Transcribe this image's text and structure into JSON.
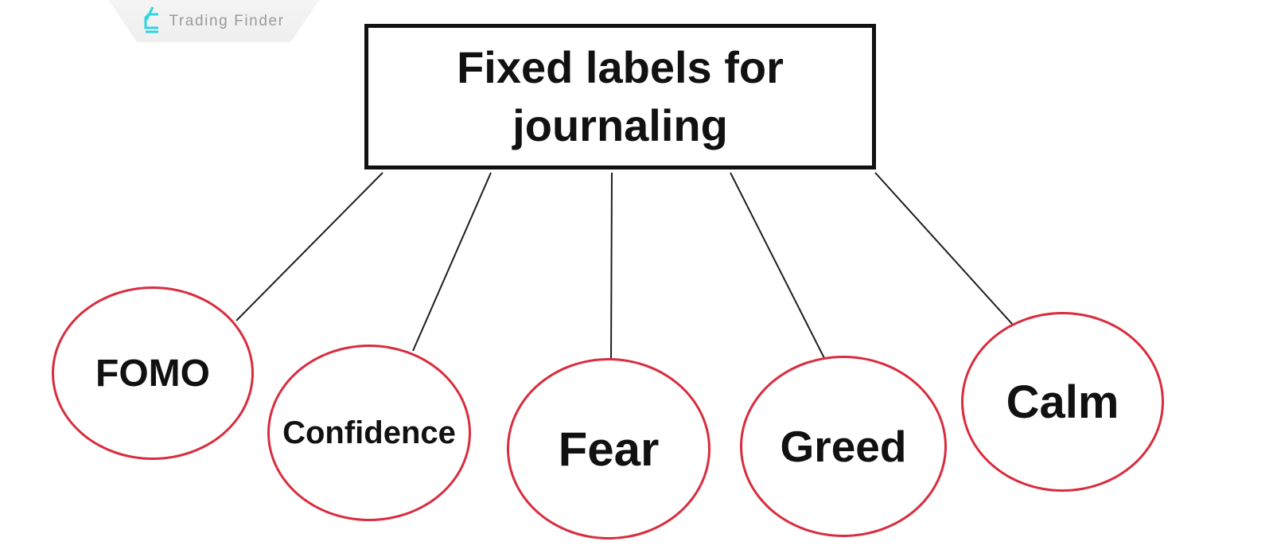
{
  "logo": {
    "brand_text": "Trading Finder",
    "icon": "trading-finder-monogram-icon"
  },
  "diagram": {
    "title": "Fixed labels for journaling",
    "nodes": [
      {
        "id": "fomo",
        "label": "FOMO"
      },
      {
        "id": "confidence",
        "label": "Confidence"
      },
      {
        "id": "fear",
        "label": "Fear"
      },
      {
        "id": "greed",
        "label": "Greed"
      },
      {
        "id": "calm",
        "label": "Calm"
      }
    ]
  },
  "colors": {
    "node_ring_red": "#d92c3e",
    "connector_black": "#1f1f1f",
    "title_box_border": "#111111",
    "logo_accent_cyan": "#2bd6e3",
    "logo_text_gray": "#9a9a9a",
    "badge_background": "#f2f2f2"
  }
}
